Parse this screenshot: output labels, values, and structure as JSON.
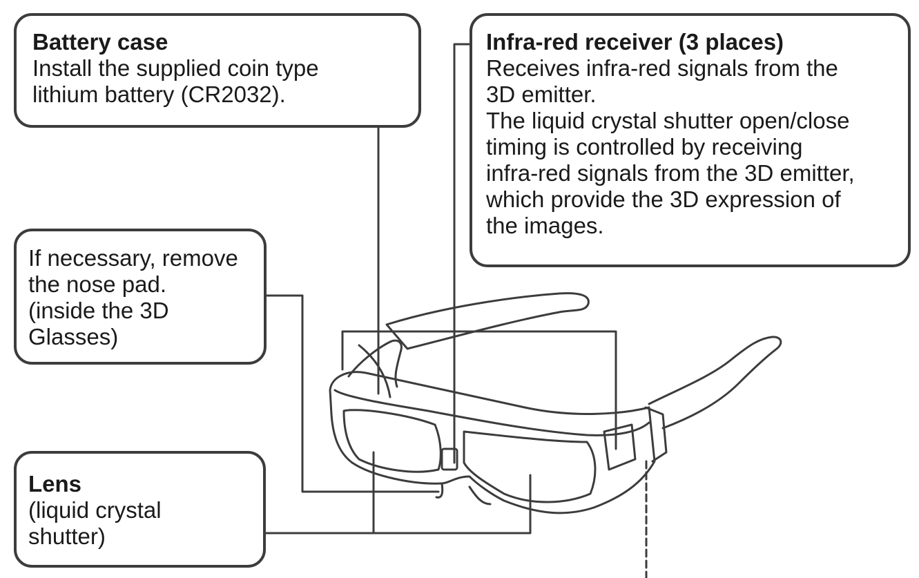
{
  "callouts": {
    "battery_case": {
      "title": "Battery case",
      "body": "Install the supplied coin type\nlithium battery (CR2032)."
    },
    "infrared_receiver": {
      "title": "Infra-red receiver (3 places)",
      "body": "Receives infra-red signals from the\n3D emitter.\nThe liquid crystal shutter open/close\ntiming is controlled by receiving\ninfra-red signals from the 3D emitter,\nwhich provide the 3D expression of\nthe images."
    },
    "nose_pad": {
      "body": "If necessary, remove\nthe nose pad.\n(inside the 3D\nGlasses)"
    },
    "lens": {
      "title": "Lens",
      "body": "(liquid crystal\nshutter)"
    }
  },
  "colors": {
    "outline": "#3c3c3c",
    "text": "#1a1a1a",
    "background": "#ffffff"
  },
  "illustration": "3d-glasses"
}
